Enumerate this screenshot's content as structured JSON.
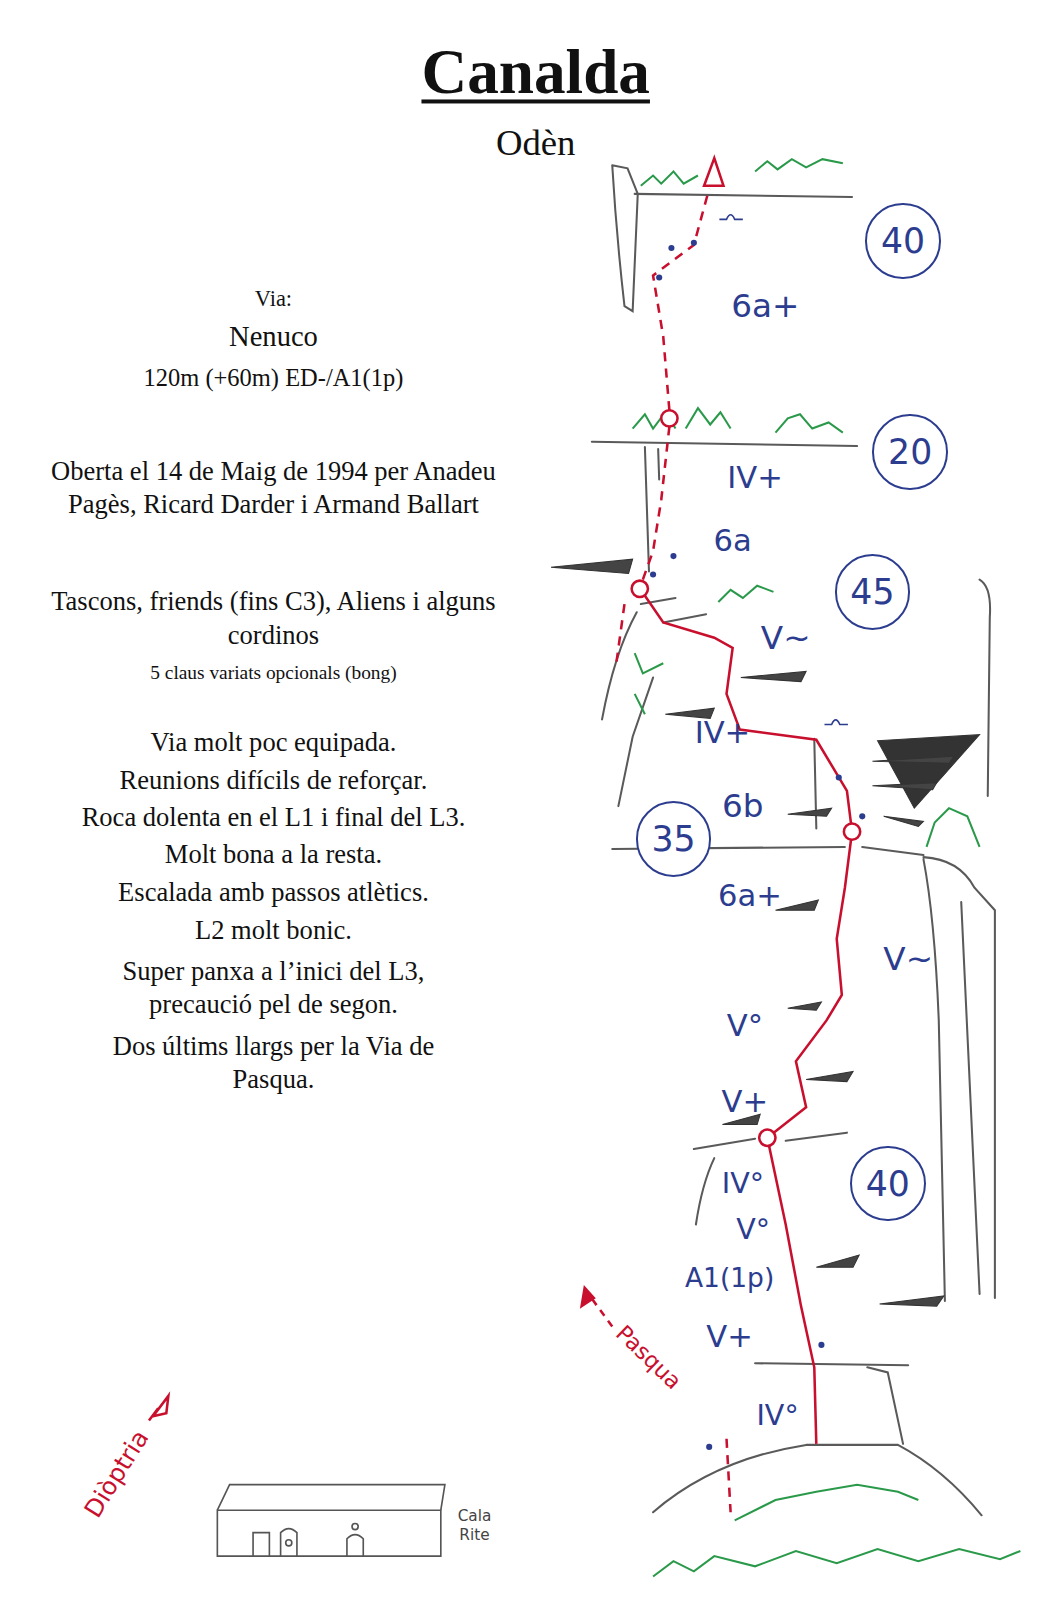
{
  "diagram": {
    "title": "Canalda",
    "nodes": [
      {
        "text": [
          "40"
        ]
      },
      {
        "text": [
          "20"
        ]
      },
      {
        "text": [
          "45"
        ]
      },
      {
        "text": [
          "35"
        ]
      },
      {
        "text": [
          "40"
        ]
      }
    ],
    "labels": [
      "Odèn",
      "Via:",
      "Nenuco",
      "120m (+60m) ED-/A1(1p)",
      "Oberta el 14 de Maig de 1994 per Anadeu Pagès, Ricard Darder i Armand Ballart",
      "Tascons, friends (fins C3), Aliens i alguns cordinos",
      "5 claus variats opcionals (bong)",
      "Via molt poc equipada.",
      "Reunions difícils de reforçar.",
      "Roca dolenta en el L1 i final del L3.",
      "Molt bona a la resta.",
      "Escalada amb passos atlètics.",
      "L2 molt bonic.",
      "Super panxa a l’inici del L3, precaució pel de segon.",
      "Dos últims llargs per la Via de Pasqua.",
      "6a+",
      "IV+",
      "6a",
      "V~",
      "IV+",
      "6b",
      "6a+",
      "V~",
      "V°",
      "V+",
      "IV°",
      "V°",
      "A1(1p)",
      "V+",
      "IV°",
      "Pasqua",
      "Diòptria",
      "Cala Rite"
    ]
  }
}
